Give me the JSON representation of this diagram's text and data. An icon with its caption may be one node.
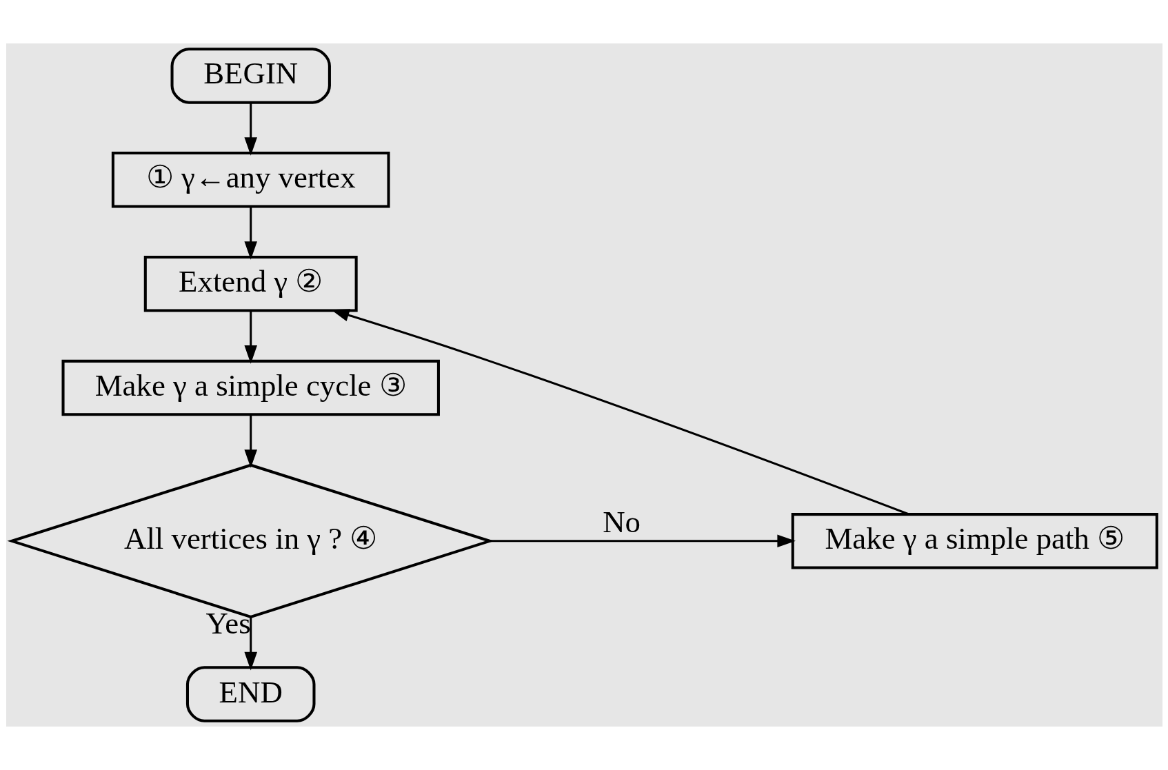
{
  "diagram": {
    "nodes": [
      {
        "text": [
          "BEGIN"
        ]
      },
      {
        "text": [
          "① γ←any vertex"
        ]
      },
      {
        "text": [
          "Extend γ ②"
        ]
      },
      {
        "text": [
          "Make γ a simple cycle ③"
        ]
      },
      {
        "text": [
          "All vertices in γ ? ④"
        ]
      },
      {
        "text": [
          "Make γ a simple path ⑤"
        ]
      },
      {
        "text": [
          "END"
        ]
      }
    ],
    "edges": [
      {
        "from": 0,
        "to": 1,
        "arrow": "to"
      },
      {
        "from": 1,
        "to": 2,
        "arrow": "to"
      },
      {
        "from": 2,
        "to": 3,
        "arrow": "to"
      },
      {
        "from": 3,
        "to": 4,
        "arrow": "to"
      },
      {
        "from": 4,
        "to": 5,
        "arrow": "to",
        "label": "No"
      },
      {
        "from": 4,
        "to": 6,
        "arrow": "to",
        "label": "Yes"
      },
      {
        "from": 5,
        "to": 2,
        "arrow": "to"
      }
    ]
  }
}
